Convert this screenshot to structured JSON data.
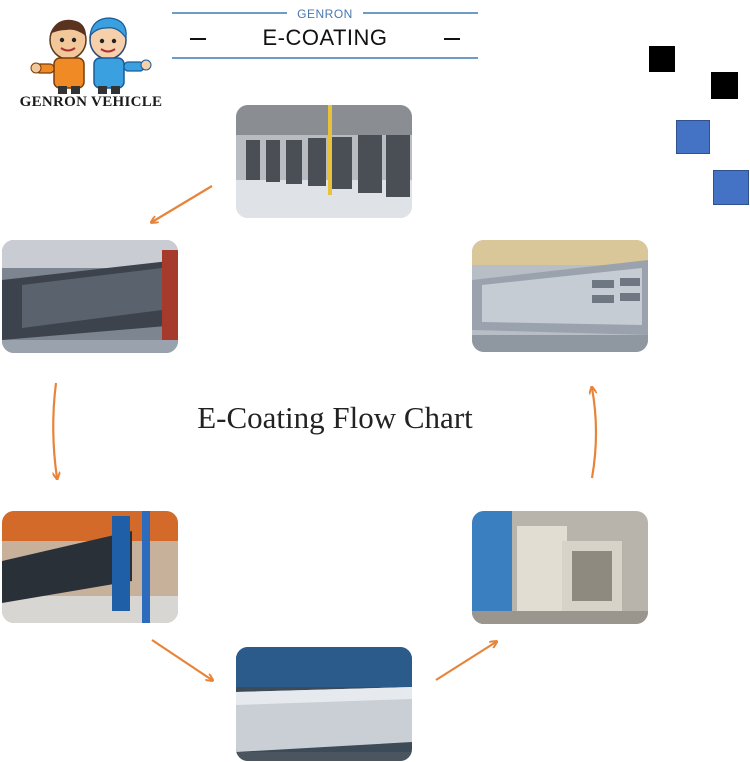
{
  "logo": {
    "text": "GENRON VEHICLE",
    "icon": "two-mascots-icon"
  },
  "header": {
    "brand": "GENRON",
    "title": "E-COATING"
  },
  "main": {
    "flow_title": "E-Coating Flow Chart"
  },
  "colors": {
    "arrow": "#e8843a",
    "accent_blue": "#4472c4",
    "header_line": "#6f9bc9"
  },
  "steps": [
    {
      "icon": "pretreatment-hanging-frames-photo"
    },
    {
      "icon": "dip-tank-frame-photo"
    },
    {
      "icon": "coated-frames-line-photo"
    },
    {
      "icon": "chassis-beam-photo"
    },
    {
      "icon": "spray-booth-photo"
    },
    {
      "icon": "finished-chassis-photo"
    }
  ]
}
